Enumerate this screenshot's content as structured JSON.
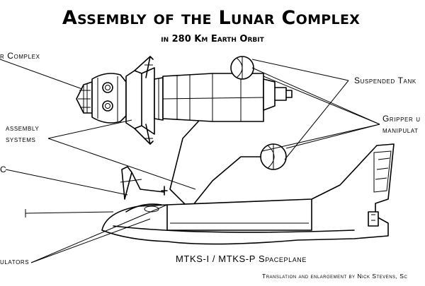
{
  "title": "Assembly of the Lunar Complex",
  "subtitle": "in 280 Km Earth Orbit",
  "labels": {
    "lunar_complex": "r Complex",
    "assembly_systems_line1": "assembly",
    "assembly_systems_line2": "systems",
    "left_c": "C",
    "manipulators_left": "ulators",
    "suspended_tanks": "Suspended Tank",
    "gripper_line1": "Gripper u",
    "gripper_line2": "manipulat",
    "spaceplane": "MTKS-I / MTKS-P Spaceplane"
  },
  "credit": "Translation and enlargement by Nick Stevens, Sc"
}
